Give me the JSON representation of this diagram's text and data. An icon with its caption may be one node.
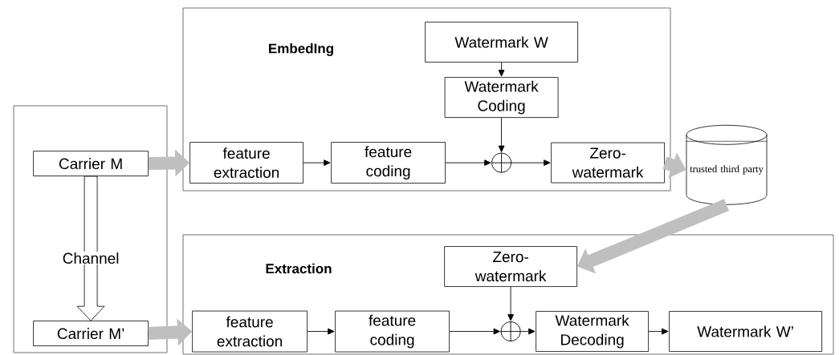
{
  "diagram": {
    "nodes": [
      {
        "text": [
          "EmbedIng"
        ]
      },
      {
        "text": [],
        "shape": "box"
      },
      {
        "text": [
          "Carrier M"
        ],
        "in": 1
      },
      {
        "text": [
          "Carrier M’"
        ],
        "in": 1
      },
      {
        "text": [
          "feature extraction"
        ],
        "in": 0
      },
      {
        "text": [
          "feature coding"
        ],
        "in": 0
      },
      {
        "text": [
          "Watermark W"
        ],
        "in": 0
      },
      {
        "text": [
          "Watermark Coding"
        ],
        "in": 0
      },
      {
        "text": [],
        "shape": "circle",
        "in": 0
      },
      {
        "text": [
          "Zero-watermark"
        ],
        "in": 0
      },
      {
        "text": [
          "trusted third party"
        ]
      },
      {
        "text": [
          "Extraction"
        ]
      },
      {
        "text": [
          "feature extraction"
        ],
        "in": 11
      },
      {
        "text": [
          "feature coding"
        ],
        "in": 11
      },
      {
        "text": [
          "Zero-watermark"
        ],
        "in": 11
      },
      {
        "text": [],
        "shape": "circle",
        "in": 11
      },
      {
        "text": [
          "Watermark Decoding"
        ],
        "in": 11
      },
      {
        "text": [
          "Watermark W’"
        ],
        "in": 11
      }
    ],
    "edges": [
      {
        "from": 2,
        "to": 4,
        "arrow": "to",
        "style": "thick",
        "color": "#bfbfbf"
      },
      {
        "from": 2,
        "to": 3,
        "arrow": "to",
        "style": "thick",
        "label": "Channel"
      },
      {
        "from": 4,
        "to": 5,
        "arrow": "to"
      },
      {
        "from": 6,
        "to": 7,
        "arrow": "to"
      },
      {
        "from": 5,
        "to": 8,
        "arrow": "to"
      },
      {
        "from": 7,
        "to": 8,
        "arrow": "to"
      },
      {
        "from": 8,
        "to": 9,
        "arrow": "to"
      },
      {
        "from": 9,
        "to": 10,
        "arrow": "to",
        "style": "thick",
        "color": "#bfbfbf"
      },
      {
        "from": 10,
        "to": 14,
        "arrow": "to",
        "style": "thick",
        "color": "#bfbfbf"
      },
      {
        "from": 3,
        "to": 12,
        "arrow": "to",
        "style": "thick",
        "color": "#bfbfbf"
      },
      {
        "from": 12,
        "to": 13,
        "arrow": "to"
      },
      {
        "from": 13,
        "to": 15,
        "arrow": "to"
      },
      {
        "from": 14,
        "to": 15,
        "arrow": "to"
      },
      {
        "from": 15,
        "to": 16,
        "arrow": "to"
      },
      {
        "from": 16,
        "to": 17,
        "arrow": "to"
      }
    ]
  }
}
